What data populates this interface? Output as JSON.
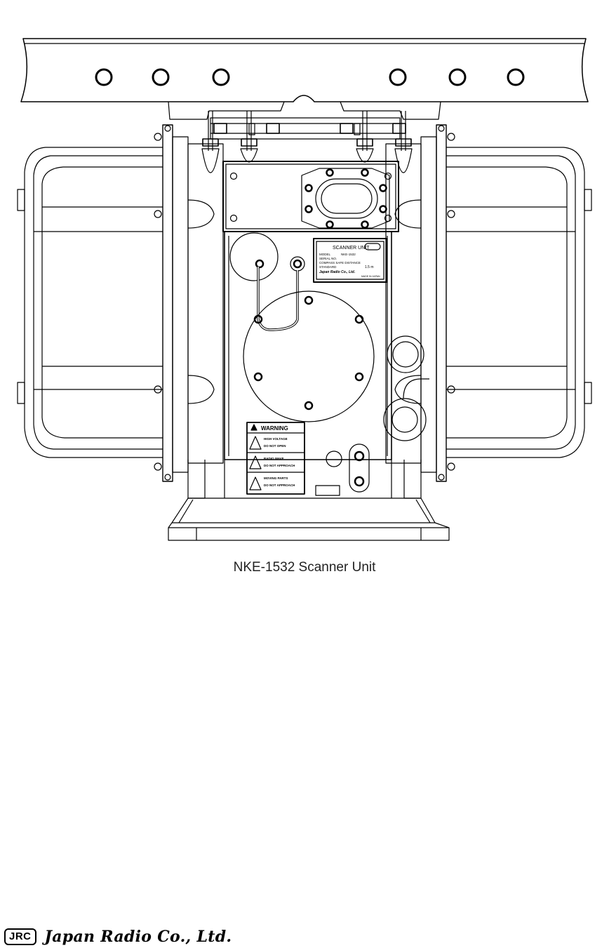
{
  "figure": {
    "caption": "NKE-1532 Scanner Unit",
    "nameplate": {
      "title": "SCANNER UNIT",
      "model_label": "MODEL",
      "model_value": "NKE-1532",
      "serial_label": "SERIAL NO.",
      "compass_label": "COMPASS SAFE DISTANCE",
      "standard_label": "STANDARD",
      "standard_value": "1.5 m",
      "maker": "Japan Radio Co., Ltd.",
      "origin": "MADE IN JAPAN"
    },
    "warning_label": {
      "header": "WARNING",
      "items": [
        "HIGH VOLTAGE",
        "RADIO WAVE",
        "MOVING PARTS"
      ],
      "notes": [
        "DO NOT OPEN",
        "DO NOT APPROACH",
        "DO NOT APPROACH"
      ]
    }
  },
  "footer": {
    "logo_text": "JRC",
    "company": "Japan Radio Co., Ltd."
  }
}
